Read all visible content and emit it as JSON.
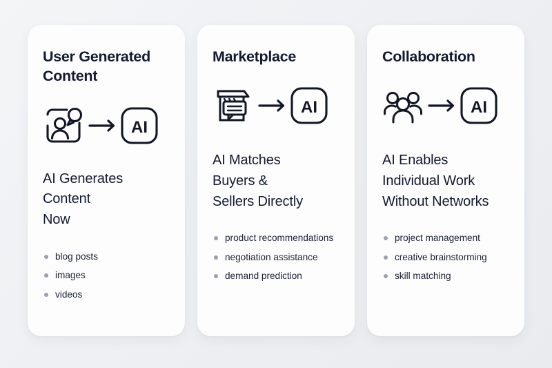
{
  "theme": {
    "background": "#eef0f3",
    "card_background": "#fdfdfe",
    "text_color": "#141a30",
    "bullet_color": "#9aa1ae",
    "ai_badge_label": "AI"
  },
  "cards": [
    {
      "title": "User Generated\nContent",
      "icon": "user-with-speech-bubble-icon",
      "arrow": "right-arrow-icon",
      "badge": "AI",
      "headline": "AI Generates\nContent\nNow",
      "bullets": [
        "blog posts",
        "images",
        "videos"
      ]
    },
    {
      "title": "Marketplace",
      "icon": "storefront-chat-icon",
      "arrow": "right-arrow-icon",
      "badge": "AI",
      "headline": "AI Matches\nBuyers &\nSellers Directly",
      "bullets": [
        "product recommendations",
        "negotiation assistance",
        "demand prediction"
      ]
    },
    {
      "title": "Collaboration",
      "icon": "people-group-icon",
      "arrow": "right-arrow-icon",
      "badge": "AI",
      "headline": "AI Enables\nIndividual Work\nWithout Networks",
      "bullets": [
        "project management",
        "creative brainstorming",
        "skill matching"
      ]
    }
  ]
}
